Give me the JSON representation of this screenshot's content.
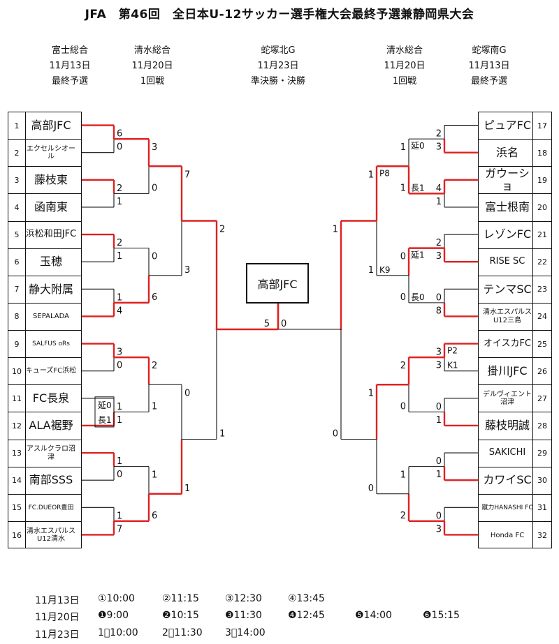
{
  "title": "JFA　第46回　全日本U-12サッカー選手権大会最終予選兼静岡県大会",
  "headers": [
    {
      "venue": "富士総合",
      "date": "11月13日",
      "round": "最終予選"
    },
    {
      "venue": "清水総合",
      "date": "11月20日",
      "round": "1回戦"
    },
    {
      "venue": "蛇塚北G",
      "date": "11月23日",
      "round": "準決勝・決勝"
    },
    {
      "venue": "清水総合",
      "date": "11月20日",
      "round": "1回戦"
    },
    {
      "venue": "蛇塚南G",
      "date": "11月13日",
      "round": "最終予選"
    }
  ],
  "left_teams": [
    {
      "seed": "1",
      "name": "高部JFC"
    },
    {
      "seed": "2",
      "name": "エクセルシオール"
    },
    {
      "seed": "3",
      "name": "藤枝東"
    },
    {
      "seed": "4",
      "name": "函南東"
    },
    {
      "seed": "5",
      "name": "浜松和田JFC"
    },
    {
      "seed": "6",
      "name": "玉穂"
    },
    {
      "seed": "7",
      "name": "静大附属"
    },
    {
      "seed": "8",
      "name": "SEPALADA"
    },
    {
      "seed": "9",
      "name": "SALFUS oRs"
    },
    {
      "seed": "10",
      "name": "キューズFC浜松"
    },
    {
      "seed": "11",
      "name": "FC長泉"
    },
    {
      "seed": "12",
      "name": "ALA裾野"
    },
    {
      "seed": "13",
      "name": "アスルクラロ沼津"
    },
    {
      "seed": "14",
      "name": "南部SSS"
    },
    {
      "seed": "15",
      "name": "FC.DUEOR豊田"
    },
    {
      "seed": "16",
      "name": "清水エスパルス U12清水"
    }
  ],
  "right_teams": [
    {
      "seed": "17",
      "name": "ピュアFC"
    },
    {
      "seed": "18",
      "name": "浜名"
    },
    {
      "seed": "19",
      "name": "ガウーショ"
    },
    {
      "seed": "20",
      "name": "富士根南"
    },
    {
      "seed": "21",
      "name": "レゾンFC"
    },
    {
      "seed": "22",
      "name": "RISE SC"
    },
    {
      "seed": "23",
      "name": "テンマSC"
    },
    {
      "seed": "24",
      "name": "清水エスパルス U12三島"
    },
    {
      "seed": "25",
      "name": "オイスカFC"
    },
    {
      "seed": "26",
      "name": "掛川JFC"
    },
    {
      "seed": "27",
      "name": "デルヴィエント沼津"
    },
    {
      "seed": "28",
      "name": "藤枝明誠"
    },
    {
      "seed": "29",
      "name": "SAKICHI"
    },
    {
      "seed": "30",
      "name": "カワイSC"
    },
    {
      "seed": "31",
      "name": "蹴力HANASHI FC"
    },
    {
      "seed": "32",
      "name": "Honda FC"
    }
  ],
  "champion": "高部JFC",
  "scores": {
    "l1_m1": [
      "6",
      "0"
    ],
    "l1_m2": [
      "2",
      "1"
    ],
    "l1_m3": [
      "2",
      "1"
    ],
    "l1_m4": [
      "1",
      "4"
    ],
    "l1_m5": [
      "3",
      "0"
    ],
    "l1_m6": [
      "1",
      "1"
    ],
    "l1_m7": [
      "1",
      "0"
    ],
    "l1_m8": [
      "1",
      "7"
    ],
    "l1_m6_extra": [
      "延0",
      "長1"
    ],
    "l2_m1": [
      "3",
      "0"
    ],
    "l2_m2": [
      "0",
      "6"
    ],
    "l2_m3": [
      "2",
      "1"
    ],
    "l2_m4": [
      "1",
      "6"
    ],
    "l3_m1": [
      "7",
      "3"
    ],
    "l3_m2": [
      "0",
      "1"
    ],
    "l4": [
      "2",
      "1"
    ],
    "final": [
      "5",
      "0"
    ],
    "r4": [
      "1",
      "0"
    ],
    "r3_m1": [
      "1",
      "1"
    ],
    "r3_m1_pk": [
      "P8",
      "K9"
    ],
    "r3_m2": [
      "1",
      "0"
    ],
    "r2_m1": [
      "1",
      "1"
    ],
    "r2_m1_extra": [
      "延0",
      "長1"
    ],
    "r2_m2": [
      "0",
      "0"
    ],
    "r2_m2_extra": [
      "延1",
      "長0"
    ],
    "r2_m3": [
      "2",
      "0"
    ],
    "r2_m4": [
      "1",
      "2"
    ],
    "r1_m1": [
      "2",
      "3"
    ],
    "r1_m2": [
      "4",
      "1"
    ],
    "r1_m3": [
      "2",
      "3"
    ],
    "r1_m4": [
      "0",
      "8"
    ],
    "r1_m5": [
      "3",
      "3"
    ],
    "r1_m5_pk": [
      "P2",
      "K1"
    ],
    "r1_m6": [
      "0",
      "1"
    ],
    "r1_m7": [
      "0",
      "1"
    ],
    "r1_m8": [
      "0",
      "3"
    ]
  },
  "schedule": [
    {
      "date": "11月13日",
      "slots": [
        "①10:00",
        "②11:15",
        "③12:30",
        "④13:45"
      ]
    },
    {
      "date": "11月20日",
      "slots": [
        "❶9:00",
        "❷10:15",
        "❸11:30",
        "❹12:45",
        "❺14:00",
        "❻15:15"
      ]
    },
    {
      "date": "11月23日",
      "slots": [
        "1⃞10:00",
        "2⃞11:30",
        "3⃞14:00"
      ]
    }
  ],
  "colors": {
    "winner_line": "#e02020",
    "line": "#111111"
  }
}
